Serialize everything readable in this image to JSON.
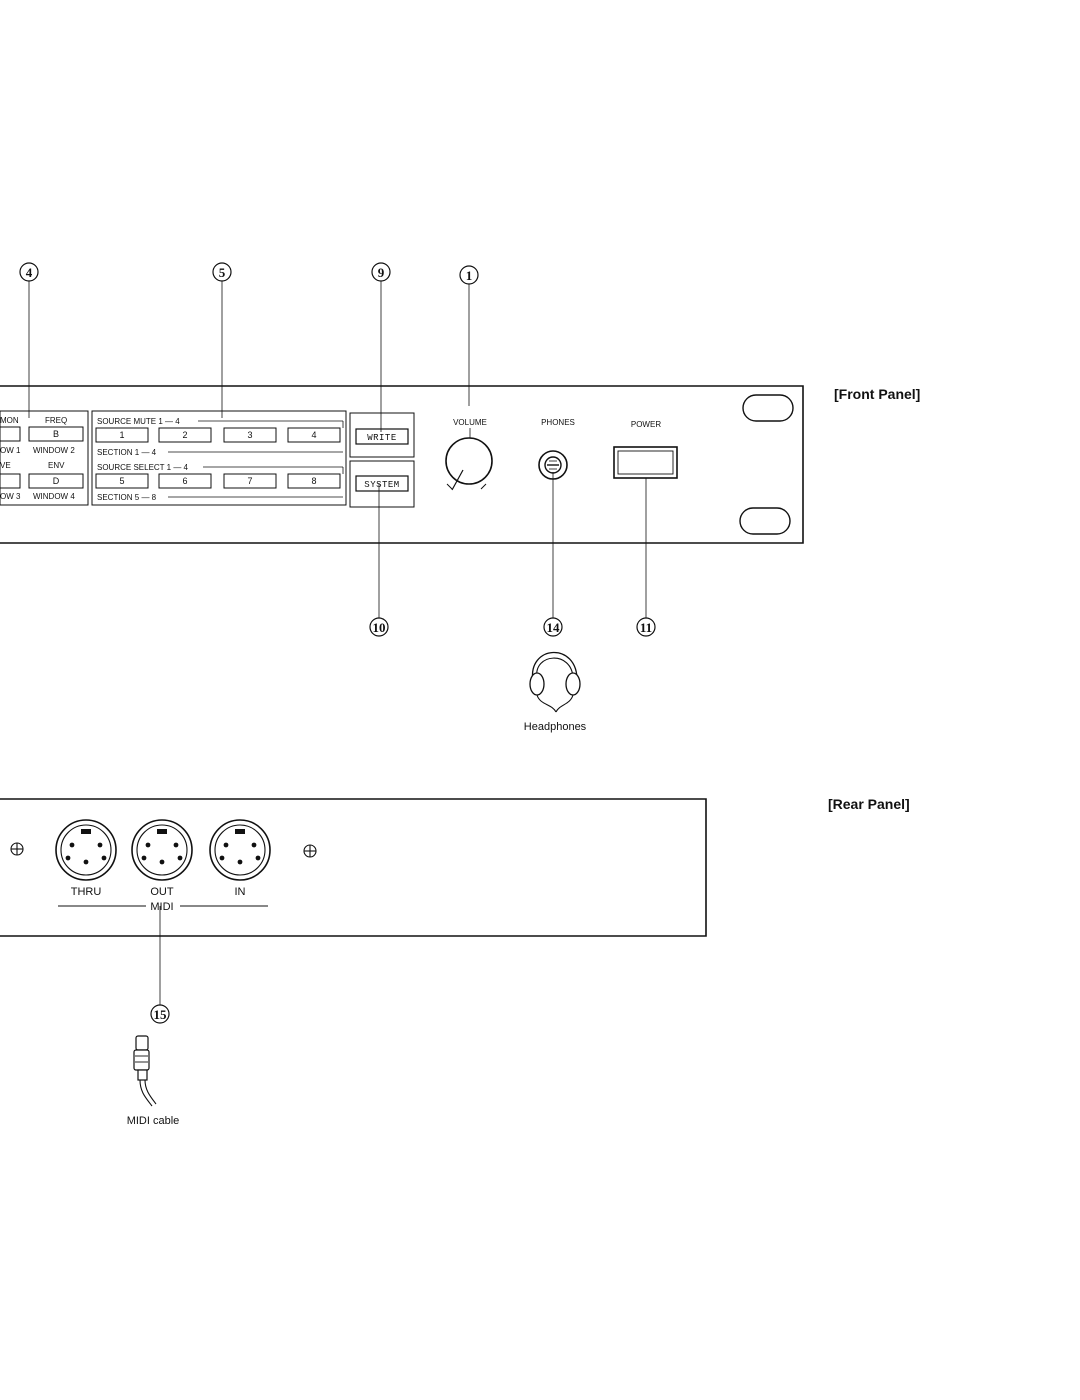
{
  "front_panel": {
    "title": "[Front Panel]",
    "callouts": [
      "4",
      "5",
      "9",
      "1",
      "10",
      "14",
      "11"
    ],
    "left_group": {
      "top_labels": [
        "MON",
        "FREQ"
      ],
      "top_key": "B",
      "mid_labels": [
        "OW 1",
        "WINDOW 2"
      ],
      "bottom_labels": [
        "VE",
        "ENV"
      ],
      "bottom_key": "D",
      "last_labels": [
        "OW 3",
        "WINDOW 4"
      ]
    },
    "source": {
      "mute_label": "SOURCE MUTE 1 — 4",
      "section_a_label": "SECTION 1 — 4",
      "select_label": "SOURCE SELECT 1 — 4",
      "section_b_label": "SECTION 5 — 8",
      "keys_top": [
        "1",
        "2",
        "3",
        "4"
      ],
      "keys_bottom": [
        "5",
        "6",
        "7",
        "8"
      ]
    },
    "write_label": "WRITE",
    "system_label": "SYSTEM",
    "volume_label": "VOLUME",
    "phones_label": "PHONES",
    "power_label": "POWER",
    "headphones_caption": "Headphones"
  },
  "rear_panel": {
    "title": "[Rear Panel]",
    "callout": "15",
    "ports": [
      "THRU",
      "OUT",
      "IN"
    ],
    "group_label": "MIDI",
    "cable_caption": "MIDI cable"
  }
}
